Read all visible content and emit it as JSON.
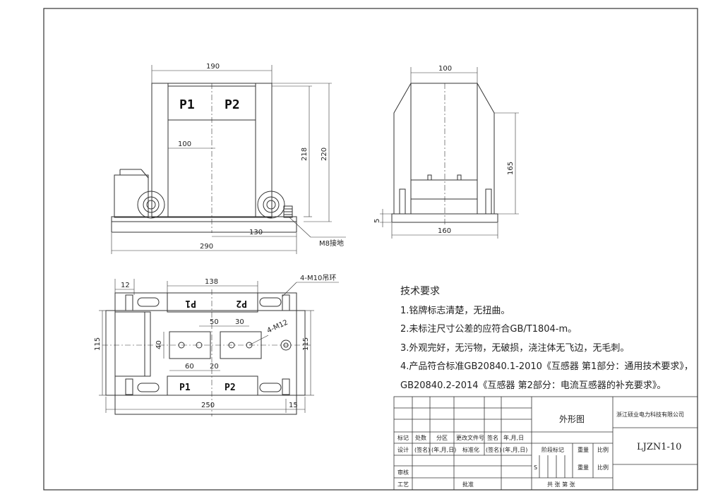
{
  "front_view": {
    "dim_width": "190",
    "dim_inner": "100",
    "dim_height_218": "218",
    "dim_height_220": "220",
    "dim_130": "130",
    "dim_290": "290",
    "ground_label": "M8接地",
    "p1": "P1",
    "p2": "P2"
  },
  "side_view": {
    "dim_top": "100",
    "dim_height": "165",
    "dim_base": "5",
    "dim_width": "160"
  },
  "top_view": {
    "dim_12": "12",
    "dim_138": "138",
    "dim_hole": "4-M10吊环",
    "dim_50": "50",
    "dim_30": "30",
    "dim_m12": "4-M12",
    "dim_40": "40",
    "dim_60": "60",
    "dim_20": "20",
    "dim_115_left": "115",
    "dim_115_right": "115",
    "dim_250": "250",
    "dim_15": "15",
    "p1": "P1",
    "p2": "P2"
  },
  "requirements": {
    "title": "技术要求",
    "items": [
      "1.铭牌标志清楚，无扭曲。",
      "2.未标注尺寸公差的应符合GB/T1804-m。",
      "3.外观完好，无污物，无破损，浇注体无飞边，无毛刺。",
      "4.产品符合标准GB20840.1-2010《互感器 第1部分：通用技术要求》，",
      "GB20840.2-2014《互感器 第2部分：电流互感器的补充要求》。"
    ]
  },
  "title_block": {
    "drawing_name": "外形图",
    "company": "浙江硕业电力科技有限公司",
    "model": "LJZN1-10",
    "col_labels": [
      "标记",
      "处数",
      "分区",
      "更改文件号",
      "签名",
      "年,月,日"
    ],
    "design": "设计",
    "sign": "(签名)",
    "date": "(年,月,日)",
    "standard": "标准化",
    "stage_mark": "阶段标记",
    "weight": "重量",
    "scale": "比例",
    "s_mark": "S",
    "review": "审核",
    "process": "工艺",
    "approve": "批准",
    "sheets": "共   张   第   张"
  }
}
